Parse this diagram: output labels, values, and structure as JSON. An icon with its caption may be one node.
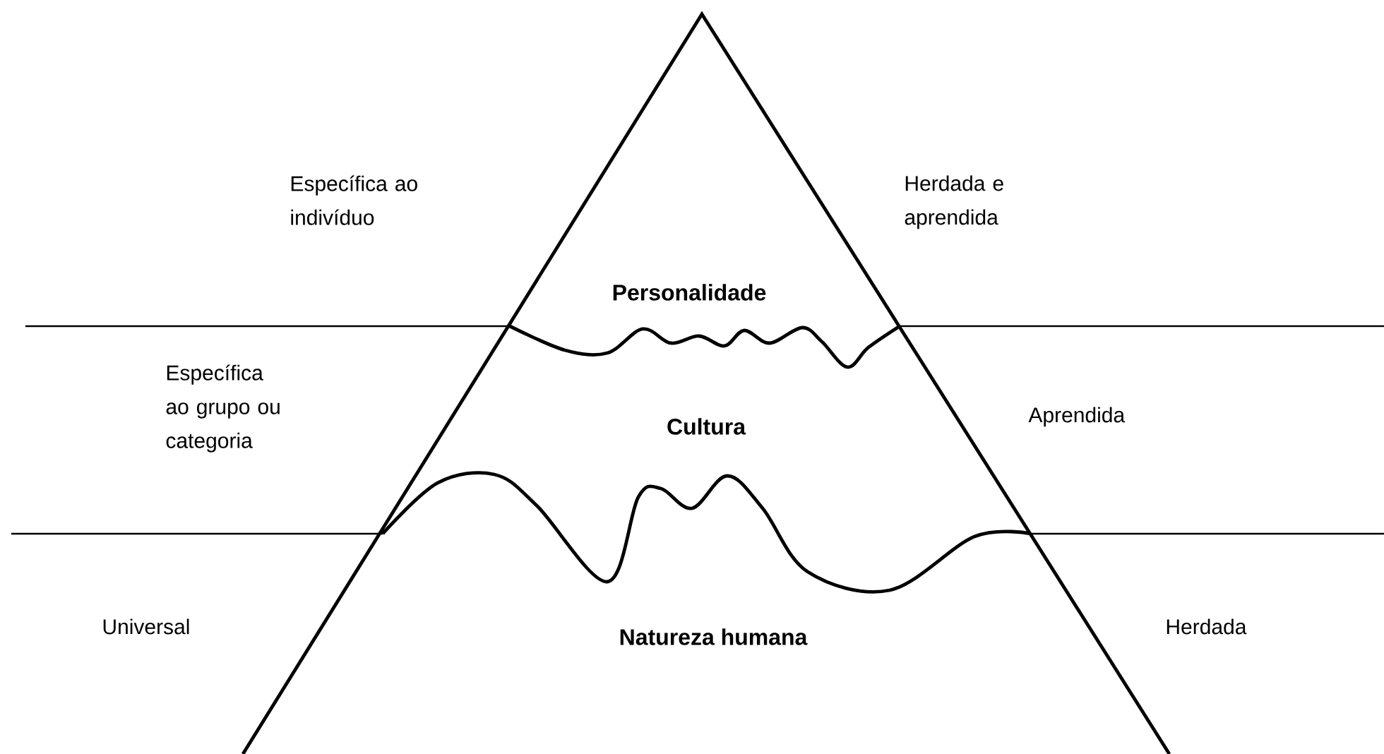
{
  "diagram": {
    "nodes": [
      {
        "text": [
          "Personalidade"
        ]
      },
      {
        "text": [
          "Cultura"
        ]
      },
      {
        "text": [
          "Natureza humana"
        ]
      }
    ],
    "labels": [
      "Específica ao indivíduo",
      "Herdada e aprendida",
      "Específica ao grupo ou categoria",
      "Aprendida",
      "Universal",
      "Herdada"
    ]
  }
}
